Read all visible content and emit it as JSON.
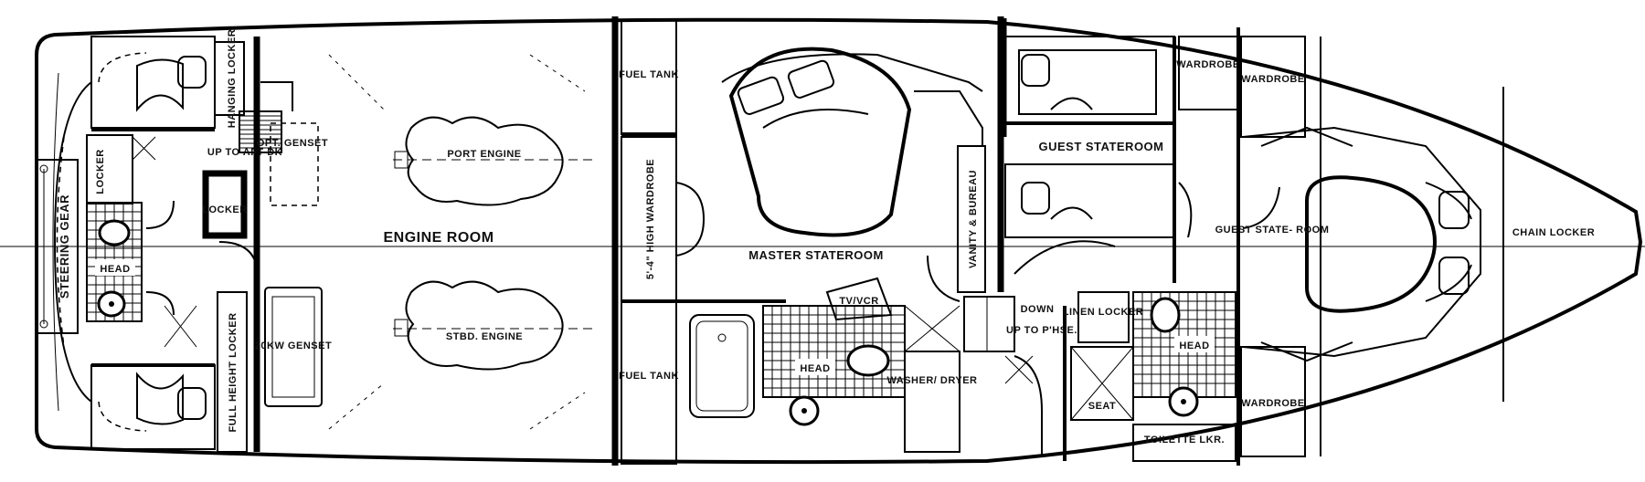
{
  "labels": {
    "hanging_locker": "HANGING LOCKER",
    "up_to_aft_deck": "UP TO AFT DK",
    "opt_genset": "OPT. GENSET",
    "port_engine": "PORT ENGINE",
    "engine_room": "ENGINE ROOM",
    "stbd_engine": "STBD. ENGINE",
    "genset_20kw": "20KW GENSET",
    "full_height_locker": "FULL HEIGHT LOCKER",
    "locker_aft_upper": "LOCKER",
    "locker_aft_mid": "LOCKER",
    "steering_gear": "STEERING GEAR",
    "head_aft": "HEAD",
    "fuel_tank_port": "FUEL TANK",
    "fuel_tank_stbd": "FUEL TANK",
    "high_wardrobe": "5'-4\" HIGH WARDROBE",
    "master_stateroom": "MASTER STATEROOM",
    "tv_vcr": "TV/VCR",
    "head_master": "HEAD",
    "washer_dryer": "WASHER/ DRYER",
    "vanity_bureau": "VANITY & BUREAU",
    "down": "DOWN",
    "up_to_pilothouse": "UP TO P'HSE.",
    "guest_stateroom_port": "GUEST STATEROOM",
    "wardrobe_1": "WARDROBE",
    "wardrobe_2": "WARDROBE",
    "wardrobe_3": "WARDROBE",
    "linen_locker": "LINEN LOCKER",
    "head_guest": "HEAD",
    "seat": "SEAT",
    "toilette_locker": "TOILETTE LKR.",
    "guest_stateroom_fwd": "GUEST STATE- ROOM",
    "chain_locker": "CHAIN LOCKER"
  }
}
